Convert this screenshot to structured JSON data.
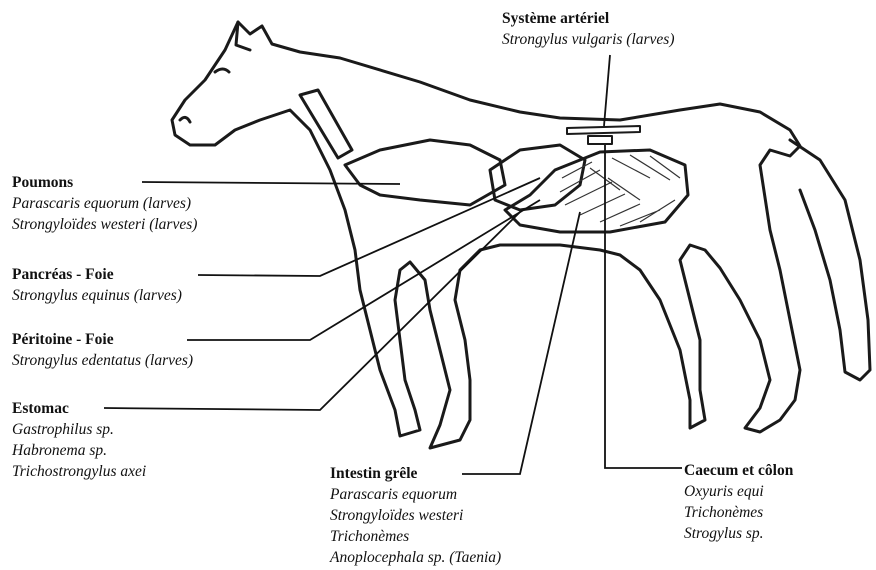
{
  "labels": {
    "systeme_arteriel": {
      "title": "Système artériel",
      "items": [
        "Strongylus vulgaris (larves)"
      ]
    },
    "poumons": {
      "title": "Poumons",
      "items": [
        "Parascaris equorum (larves)",
        "Strongyloïdes westeri (larves)"
      ]
    },
    "pancreas_foie": {
      "title": "Pancréas - Foie",
      "items": [
        "Strongylus equinus (larves)"
      ]
    },
    "peritoine_foie": {
      "title": "Péritoine - Foie",
      "items": [
        "Strongylus edentatus (larves)"
      ]
    },
    "estomac": {
      "title": "Estomac",
      "items": [
        "Gastrophilus sp.",
        "Habronema sp.",
        "Trichostrongylus axei"
      ]
    },
    "intestin_grele": {
      "title": "Intestin grêle",
      "items": [
        "Parascaris equorum",
        "Strongyloïdes westeri",
        "Trichonèmes",
        "Anoplocephala sp. (Taenia)"
      ]
    },
    "caecum_colon": {
      "title": "Caecum et côlon",
      "items": [
        "Oxyuris equi",
        "Trichonèmes",
        "Strogylus sp."
      ]
    }
  }
}
